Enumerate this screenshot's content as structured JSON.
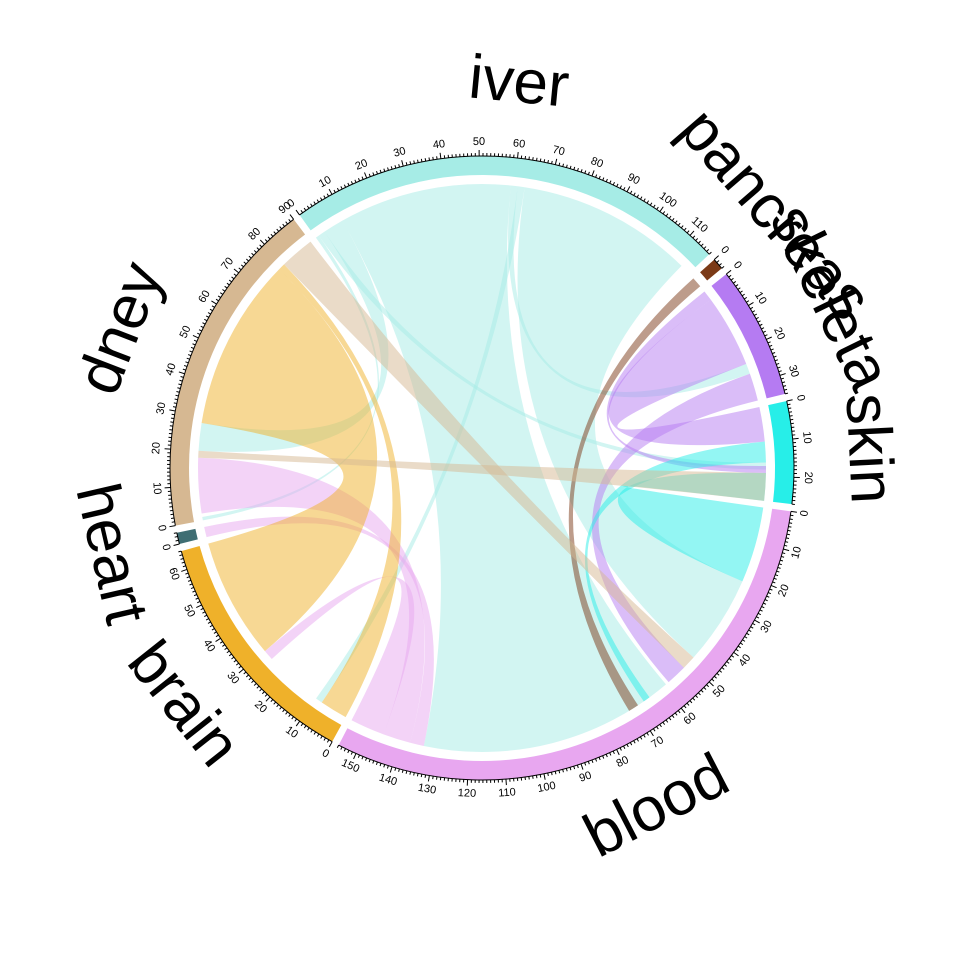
{
  "chart_data": {
    "type": "chord",
    "sectors": [
      {
        "name": "blood",
        "display": "blood",
        "total": 155,
        "color": "#E8A7F0",
        "tick_step": 10
      },
      {
        "name": "brain",
        "display": "brain",
        "total": 65,
        "color": "#EFB12A",
        "tick_step": 10
      },
      {
        "name": "heart",
        "display": "heart",
        "total": 3,
        "color": "#3F6E73",
        "tick_step": 10
      },
      {
        "name": "kidney",
        "display": "dney",
        "total": 90,
        "color": "#D6B892",
        "tick_step": 10
      },
      {
        "name": "liver",
        "display": "iver",
        "total": 117,
        "color": "#A6ECE6",
        "tick_step": 10
      },
      {
        "name": "pancreas",
        "display": "pancreas",
        "total": 3,
        "color": "#7B3A17",
        "tick_step": 10
      },
      {
        "name": "skeletal",
        "display": "skeleta",
        "total": 35,
        "color": "#B57BF2",
        "tick_step": 10
      },
      {
        "name": "skin",
        "display": "skin",
        "total": 27,
        "color": "#27EEE8",
        "tick_step": 10
      }
    ],
    "links": [
      {
        "from": "liver",
        "from_range": [
          0,
          1
        ],
        "to": "kidney",
        "to_range": [
          0,
          1
        ]
      },
      {
        "from": "liver",
        "from_range": [
          1,
          3
        ],
        "to": "skin",
        "to_range": [
          16,
          18
        ]
      },
      {
        "from": "liver",
        "from_range": [
          3,
          9
        ],
        "to": "kidney",
        "to_range": [
          20,
          28
        ]
      },
      {
        "from": "liver",
        "from_range": [
          9,
          59
        ],
        "to": "blood",
        "to_range": [
          59,
          133
        ]
      },
      {
        "from": "liver",
        "from_range": [
          59,
          61
        ],
        "to": "skeletal",
        "to_range": [
          24,
          27
        ]
      },
      {
        "from": "liver",
        "from_range": [
          61,
          63
        ],
        "to": "brain",
        "to_range": [
          8,
          10
        ]
      },
      {
        "from": "liver",
        "from_range": [
          63,
          114
        ],
        "to": "blood",
        "to_range": [
          22,
          48
        ]
      },
      {
        "from": "pancreas",
        "from_range": [
          0,
          3
        ],
        "to": "blood",
        "to_range": [
          69,
          72
        ]
      },
      {
        "from": "skeletal",
        "from_range": [
          0,
          3
        ],
        "to": "skin",
        "to_range": [
          17,
          19
        ]
      },
      {
        "from": "skeletal",
        "from_range": [
          3,
          24
        ],
        "to": "skin",
        "to_range": [
          0,
          10
        ]
      },
      {
        "from": "skeletal",
        "from_range": [
          27,
          35
        ],
        "to": "blood",
        "to_range": [
          52,
          58
        ]
      },
      {
        "from": "skin",
        "from_range": [
          19,
          27
        ],
        "to": "blood",
        "to_range": [
          0,
          22
        ]
      },
      {
        "from": "skin",
        "from_range": [
          10,
          16
        ],
        "to": "blood",
        "to_range": [
          65,
          67
        ]
      },
      {
        "from": "blood",
        "from_range": [
          133,
          137
        ],
        "to": "heart",
        "to_range": [
          0,
          3
        ]
      },
      {
        "from": "blood",
        "from_range": [
          137,
          145
        ],
        "to": "kidney",
        "to_range": [
          2,
          18
        ]
      },
      {
        "from": "blood",
        "from_range": [
          145,
          155
        ],
        "to": "brain",
        "to_range": [
          27,
          30
        ]
      },
      {
        "from": "brain",
        "from_range": [
          30,
          65
        ],
        "to": "kidney",
        "to_range": [
          28,
          78
        ]
      },
      {
        "from": "brain",
        "from_range": [
          0,
          8
        ],
        "to": "kidney",
        "to_range": [
          78,
          80
        ]
      },
      {
        "from": "kidney",
        "from_range": [
          80,
          90
        ],
        "to": "blood",
        "to_range": [
          48,
          52
        ]
      },
      {
        "from": "kidney",
        "from_range": [
          18,
          20
        ],
        "to": "skin",
        "to_range": [
          19,
          27
        ]
      }
    ],
    "title": "",
    "legend": "none"
  }
}
